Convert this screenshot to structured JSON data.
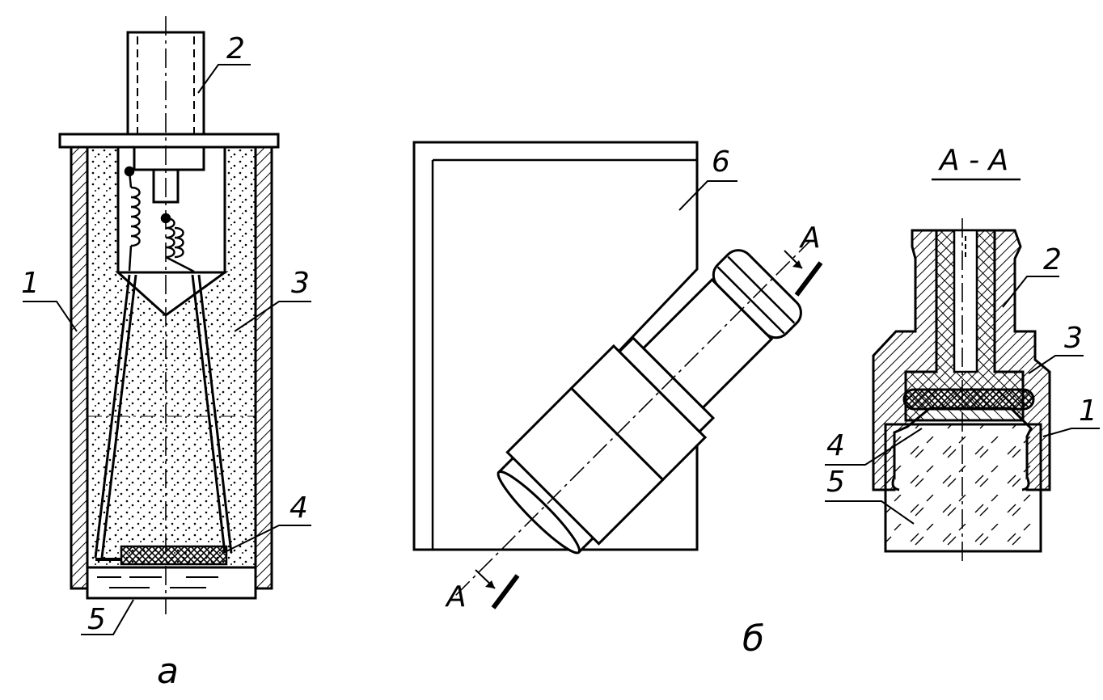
{
  "figure_a": {
    "caption": "а",
    "callouts": [
      "1",
      "2",
      "3",
      "4",
      "5"
    ]
  },
  "figure_b": {
    "caption": "б",
    "callouts": [
      "6"
    ],
    "section_mark": "А"
  },
  "section_view": {
    "title": "А - А",
    "callouts": [
      "2",
      "3",
      "1",
      "4",
      "5"
    ]
  }
}
